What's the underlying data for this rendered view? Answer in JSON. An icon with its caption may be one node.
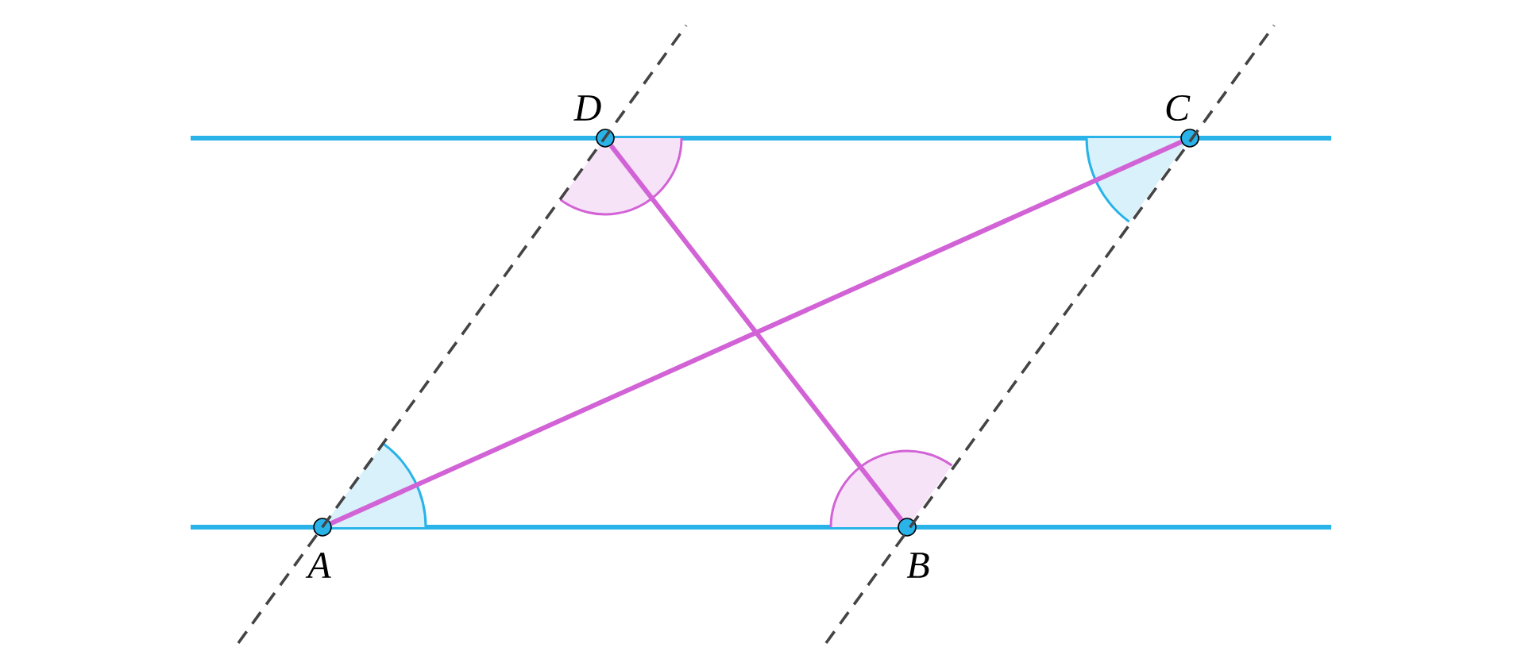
{
  "diagram": {
    "nodes": [
      {
        "text": [
          "A"
        ]
      },
      {
        "text": [
          "B"
        ]
      },
      {
        "text": [
          "C"
        ]
      },
      {
        "text": [
          "D"
        ]
      }
    ],
    "edges": [
      {
        "from": 0,
        "to": 2,
        "arrow": "none",
        "color": "#d263d6"
      },
      {
        "from": 3,
        "to": 1,
        "arrow": "none",
        "color": "#d263d6"
      },
      {
        "from": 0,
        "to": 3,
        "arrow": "none",
        "style": "dashed",
        "color": "#444444"
      },
      {
        "from": 1,
        "to": 2,
        "arrow": "none",
        "style": "dashed",
        "color": "#444444"
      }
    ]
  }
}
